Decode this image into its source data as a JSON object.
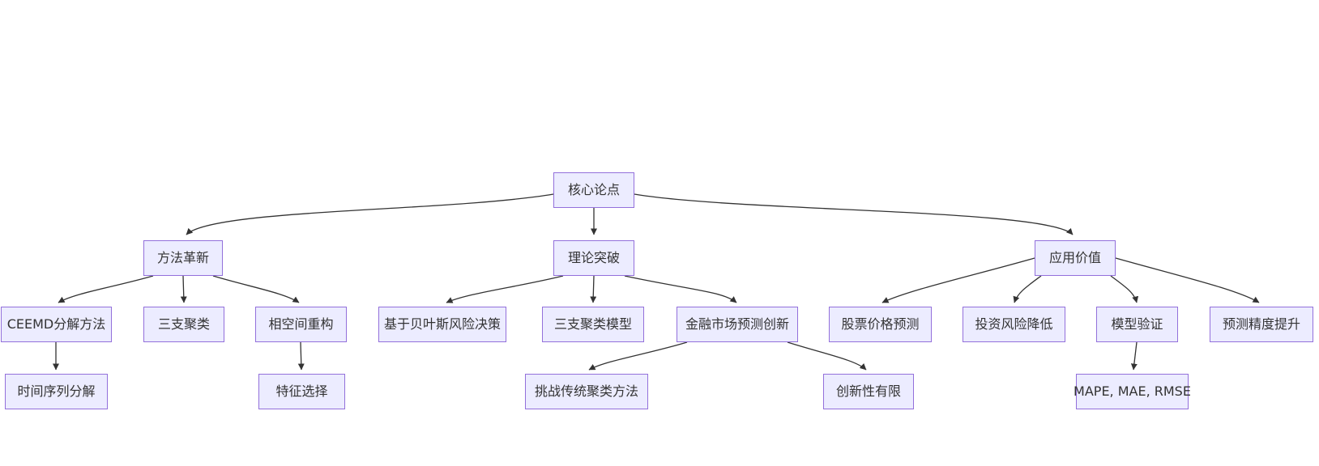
{
  "diagram": {
    "type": "flowchart",
    "direction": "top-down",
    "background_color": "#ffffff",
    "node_fill_color": "#ECECFF",
    "node_border_color": "#9370DB",
    "edge_color": "#333333",
    "text_color": "#333333",
    "nodes": {
      "core": {
        "label": "核心论点"
      },
      "method": {
        "label": "方法革新"
      },
      "theory": {
        "label": "理论突破"
      },
      "application": {
        "label": "应用价值"
      },
      "ceemd": {
        "label": "CEEMD分解方法"
      },
      "three_way": {
        "label": "三支聚类"
      },
      "phase": {
        "label": "相空间重构"
      },
      "bayes": {
        "label": "基于贝叶斯风险决策"
      },
      "twc_model": {
        "label": "三支聚类模型"
      },
      "fin_market": {
        "label": "金融市场预测创新"
      },
      "stock": {
        "label": "股票价格预测"
      },
      "risk": {
        "label": "投资风险降低"
      },
      "model_val": {
        "label": "模型验证"
      },
      "precision": {
        "label": "预测精度提升"
      },
      "ts_decomp": {
        "label": "时间序列分解"
      },
      "feature": {
        "label": "特征选择"
      },
      "challenge": {
        "label": "挑战传统聚类方法"
      },
      "limited": {
        "label": "创新性有限"
      },
      "metrics": {
        "label": "MAPE, MAE, RMSE"
      }
    },
    "edges": [
      {
        "from": "core",
        "to": "method"
      },
      {
        "from": "core",
        "to": "theory"
      },
      {
        "from": "core",
        "to": "application"
      },
      {
        "from": "method",
        "to": "ceemd"
      },
      {
        "from": "method",
        "to": "three_way"
      },
      {
        "from": "method",
        "to": "phase"
      },
      {
        "from": "theory",
        "to": "bayes"
      },
      {
        "from": "theory",
        "to": "twc_model"
      },
      {
        "from": "theory",
        "to": "fin_market"
      },
      {
        "from": "application",
        "to": "stock"
      },
      {
        "from": "application",
        "to": "risk"
      },
      {
        "from": "application",
        "to": "model_val"
      },
      {
        "from": "application",
        "to": "precision"
      },
      {
        "from": "ceemd",
        "to": "ts_decomp"
      },
      {
        "from": "phase",
        "to": "feature"
      },
      {
        "from": "fin_market",
        "to": "challenge"
      },
      {
        "from": "fin_market",
        "to": "limited"
      },
      {
        "from": "model_val",
        "to": "metrics"
      }
    ]
  }
}
